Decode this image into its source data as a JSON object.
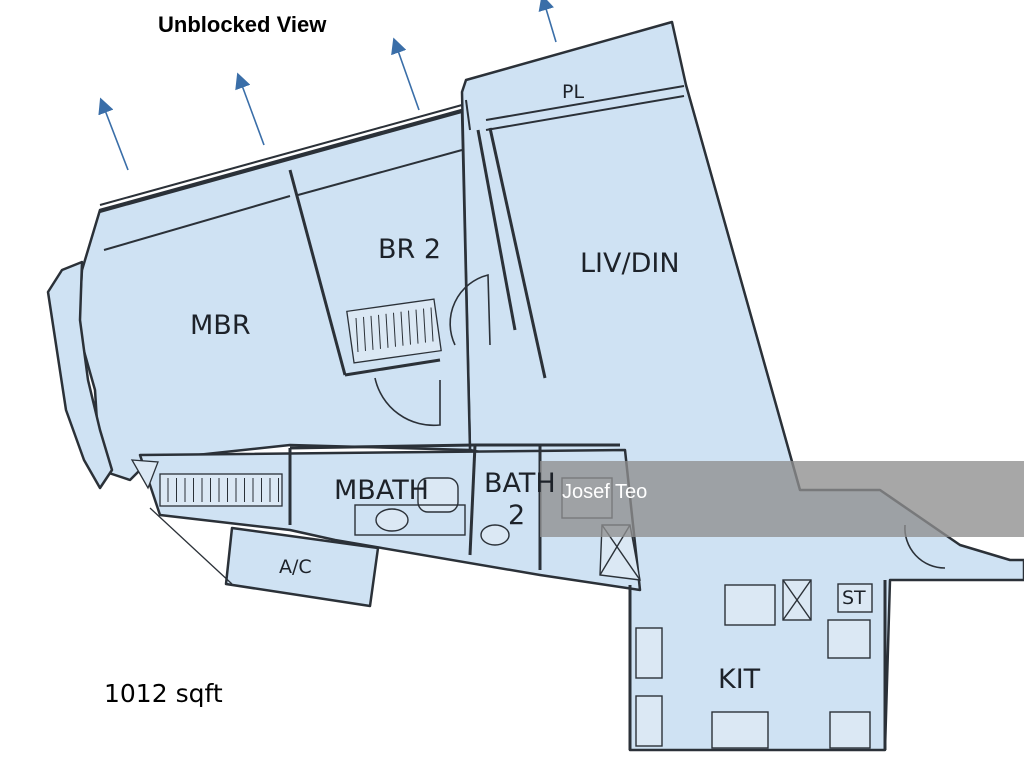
{
  "heading": "Unblocked View",
  "area": "1012 sqft",
  "watermark": "Josef Teo",
  "rooms": {
    "pl": "PL",
    "br2": "BR 2",
    "livdin": "LIV/DIN",
    "mbr": "MBR",
    "mbath": "MBATH",
    "bath2_line1": "BATH",
    "bath2_line2": "2",
    "ac": "A/C",
    "st": "ST",
    "kit": "KIT"
  },
  "colors": {
    "floor": "#cfe2f3",
    "wall": "#2b3138",
    "arrow": "#3a6ea8",
    "watermark_band": "#8e8e8e"
  }
}
